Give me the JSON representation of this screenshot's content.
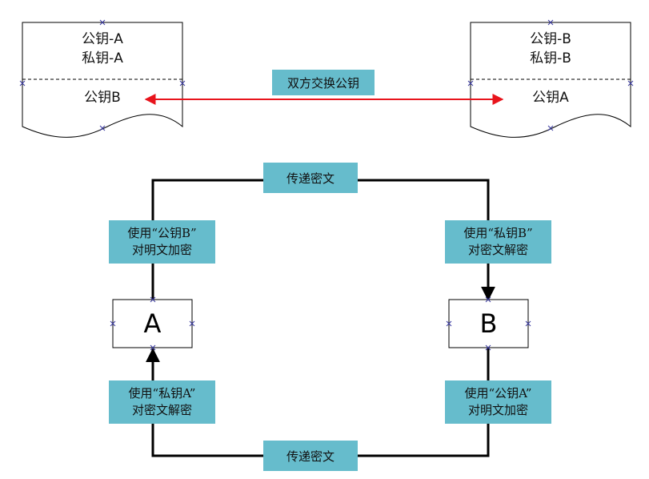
{
  "documents": [
    {
      "id": "doc-a",
      "line1": "公钥-A",
      "line2": "私钥-A",
      "bottom": "公钥B"
    },
    {
      "id": "doc-b",
      "line1": "公钥-B",
      "line2": "私钥-B",
      "bottom": "公钥A"
    }
  ],
  "exchange_label": "双方交换公钥",
  "nodes": {
    "a": "A",
    "b": "B"
  },
  "labels": {
    "transfer_top": "传递密文",
    "transfer_bottom": "传递密文",
    "left_top": {
      "line1": "使用“公钥B”",
      "line2": "对明文加密"
    },
    "left_bottom": {
      "line1": "使用“私钥A”",
      "line2": "对密文解密"
    },
    "right_top": {
      "line1": "使用“私钥B”",
      "line2": "对密文解密"
    },
    "right_bottom": {
      "line1": "使用“公钥A”",
      "line2": "对明文加密"
    }
  },
  "colors": {
    "label_fill": "#66bccc",
    "exchange_arrow": "#e8141c",
    "handle": "#3a3aa0"
  }
}
